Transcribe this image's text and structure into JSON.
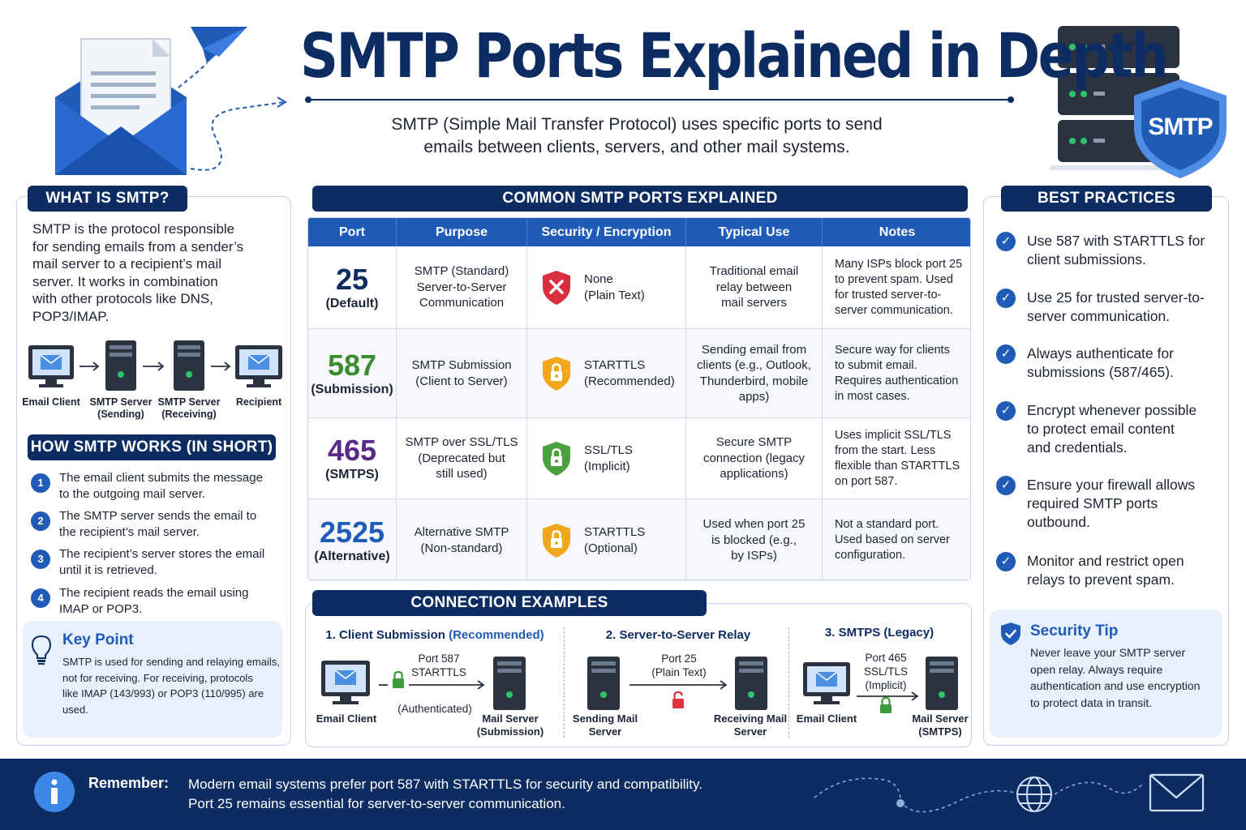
{
  "header": {
    "title": "SMTP Ports Explained in Depth",
    "subtitle_line1": "SMTP (Simple Mail Transfer Protocol) uses specific ports to send",
    "subtitle_line2": "emails between clients, servers, and other mail systems.",
    "shield_label": "SMTP"
  },
  "what_is": {
    "heading": "WHAT IS SMTP?",
    "lines": [
      "SMTP is the protocol responsible",
      "for sending emails from a sender’s",
      "mail server to a recipient’s mail",
      "server. It works in combination",
      "with other protocols like DNS,",
      "POP3/IMAP."
    ],
    "flow": {
      "client": "Email Client",
      "server_send_1": "SMTP Server",
      "server_send_2": "(Sending)",
      "server_recv_1": "SMTP Server",
      "server_recv_2": "(Receiving)",
      "recipient": "Recipient"
    }
  },
  "how_works": {
    "heading": "HOW SMTP WORKS (IN SHORT)",
    "steps": [
      {
        "num": "1",
        "line1": "The email client submits the message",
        "line2": "to the outgoing mail server."
      },
      {
        "num": "2",
        "line1": "The SMTP server sends the email to",
        "line2": "the recipient’s mail server."
      },
      {
        "num": "3",
        "line1": "The recipient’s server stores the email",
        "line2": "until it is retrieved."
      },
      {
        "num": "4",
        "line1": "The recipient reads the email using",
        "line2": "IMAP or POP3."
      }
    ]
  },
  "key_point": {
    "title": "Key Point",
    "lines": [
      "SMTP is used for sending and relaying emails,",
      "not for receiving. For receiving, protocols",
      "like IMAP (143/993) or POP3 (110/995) are",
      "used."
    ]
  },
  "ports_table": {
    "heading": "COMMON SMTP PORTS EXPLAINED",
    "columns": [
      "Port",
      "Purpose",
      "Security / Encryption",
      "Typical Use",
      "Notes"
    ],
    "rows": [
      {
        "port": "25",
        "port_label": "(Default)",
        "port_color": "#0d2d62",
        "purpose": [
          "SMTP (Standard)",
          "Server-to-Server",
          "Communication"
        ],
        "security": [
          "None",
          "(Plain Text)"
        ],
        "security_icon": "red-x-shield-icon",
        "security_color": "#d92f3e",
        "use": [
          "Traditional email",
          "relay between",
          "mail servers"
        ],
        "notes": [
          "Many ISPs block port 25",
          "to prevent spam. Used",
          "for trusted server-to-",
          "server communication."
        ]
      },
      {
        "port": "587",
        "port_label": "(Submission)",
        "port_color": "#3d8b2f",
        "purpose": [
          "SMTP Submission",
          "(Client to Server)"
        ],
        "security": [
          "STARTTLS",
          "(Recommended)"
        ],
        "security_icon": "orange-lock-shield-icon",
        "security_color": "#f2a81d",
        "use": [
          "Sending email from",
          "clients (e.g., Outlook,",
          "Thunderbird, mobile",
          "apps)"
        ],
        "notes": [
          "Secure way for clients",
          "to submit email.",
          "Requires authentication",
          "in most cases."
        ]
      },
      {
        "port": "465",
        "port_label": "(SMTPS)",
        "port_color": "#5a2a8a",
        "purpose": [
          "SMTP over SSL/TLS",
          "(Deprecated but",
          "still used)"
        ],
        "security": [
          "SSL/TLS",
          "(Implicit)"
        ],
        "security_icon": "green-lock-shield-icon",
        "security_color": "#4aa03f",
        "use": [
          "Secure SMTP",
          "connection (legacy",
          "applications)"
        ],
        "notes": [
          "Uses implicit SSL/TLS",
          "from the start. Less",
          "flexible than STARTTLS",
          "on port 587."
        ]
      },
      {
        "port": "2525",
        "port_label": "(Alternative)",
        "port_color": "#1f5bb7",
        "purpose": [
          "Alternative SMTP",
          "(Non-standard)"
        ],
        "security": [
          "STARTTLS",
          "(Optional)"
        ],
        "security_icon": "orange-lock-shield-icon",
        "security_color": "#f2a81d",
        "use": [
          "Used when port 25",
          "is blocked (e.g.,",
          "by ISPs)"
        ],
        "notes": [
          "Not a standard port.",
          "Used based on server",
          "configuration."
        ]
      }
    ]
  },
  "connection": {
    "heading": "CONNECTION EXAMPLES",
    "ex1": {
      "title_a": "1. Client Submission ",
      "title_b": "(Recommended)",
      "port": "Port 587",
      "proto": "STARTTLS",
      "auth": "(Authenticated)",
      "from": "Email Client",
      "to_1": "Mail Server",
      "to_2": "(Submission)"
    },
    "ex2": {
      "title": "2. Server-to-Server Relay",
      "port": "Port 25",
      "proto": "(Plain Text)",
      "from_1": "Sending Mail",
      "from_2": "Server",
      "to_1": "Receiving Mail",
      "to_2": "Server"
    },
    "ex3": {
      "title": "3. SMTPS (Legacy)",
      "port": "Port 465",
      "proto": "SSL/TLS",
      "mode": "(Implicit)",
      "from": "Email Client",
      "to_1": "Mail Server",
      "to_2": "(SMTPS)"
    }
  },
  "best_practices": {
    "heading": "BEST PRACTICES",
    "items": [
      [
        "Use 587 with STARTTLS for",
        "client submissions."
      ],
      [
        "Use 25 for trusted server-to-",
        "server communication."
      ],
      [
        "Always authenticate for",
        "submissions (587/465)."
      ],
      [
        "Encrypt whenever possible",
        "to protect email content",
        "and credentials."
      ],
      [
        "Ensure your firewall allows",
        "required SMTP ports",
        "outbound."
      ],
      [
        "Monitor and restrict open",
        "relays to prevent spam."
      ]
    ]
  },
  "security_tip": {
    "title": "Security Tip",
    "lines": [
      "Never leave your SMTP server",
      "open relay. Always require",
      "authentication and use encryption",
      "to protect data in transit."
    ]
  },
  "footer": {
    "label": "Remember:",
    "line1": "Modern email systems prefer port 587 with STARTTLS for security and compatibility.",
    "line2": "Port 25 remains essential for server-to-server communication."
  },
  "colors": {
    "navy": "#0d2d62",
    "blue": "#1f5bb7",
    "light": "#e7f0fb"
  }
}
